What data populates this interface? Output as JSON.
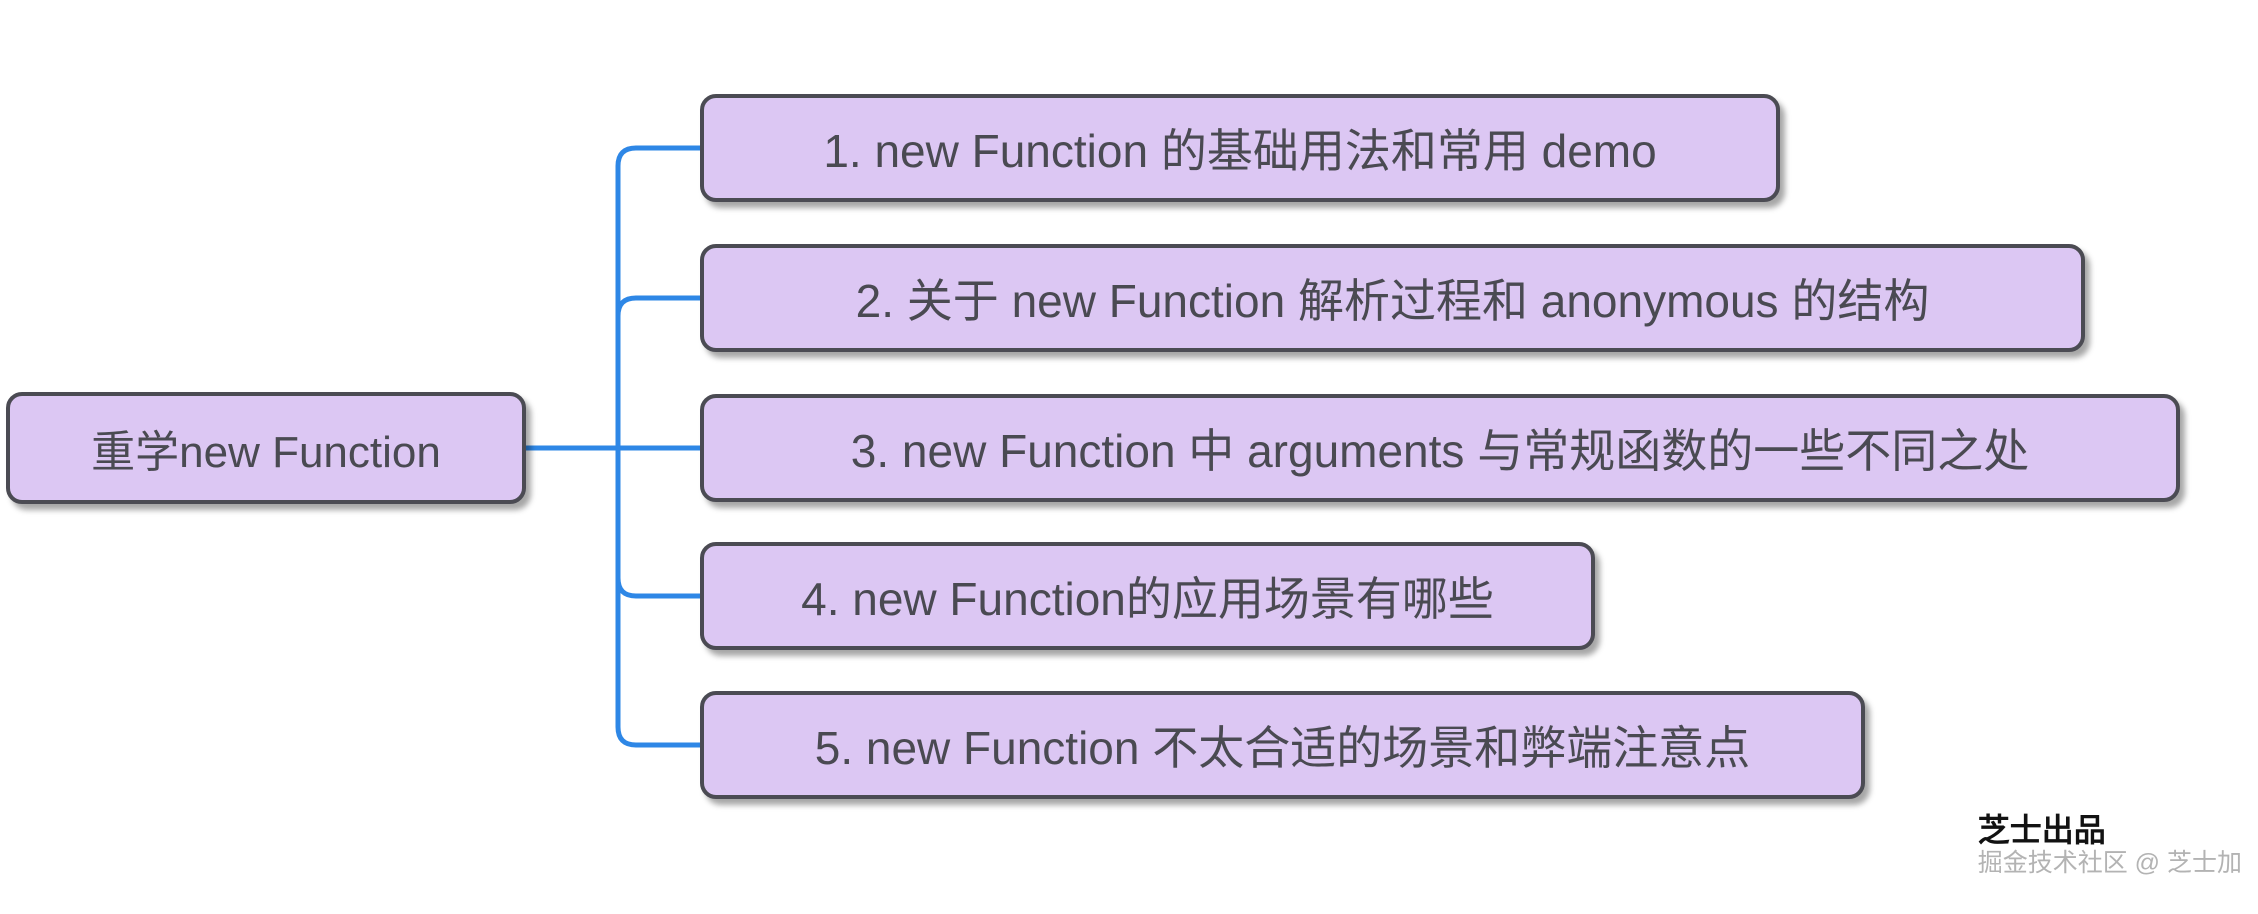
{
  "mindmap": {
    "root": {
      "label": "重学new Function"
    },
    "children": [
      {
        "label": "1. new Function 的基础用法和常用 demo"
      },
      {
        "label": "2. 关于 new Function 解析过程和 anonymous 的结构"
      },
      {
        "label": "3. new Function 中 arguments 与常规函数的一些不同之处"
      },
      {
        "label": "4. new Function的应用场景有哪些"
      },
      {
        "label": "5. new Function 不太合适的场景和弊端注意点"
      }
    ]
  },
  "watermark": {
    "title": "芝士出品",
    "subtitle": "掘金技术社区 @ 芝士加"
  },
  "colors": {
    "node_fill": "#dcc7f3",
    "node_border": "#4b4b53",
    "node_text": "#4a4a52",
    "connector": "#2e87e6",
    "background": "#ffffff"
  }
}
